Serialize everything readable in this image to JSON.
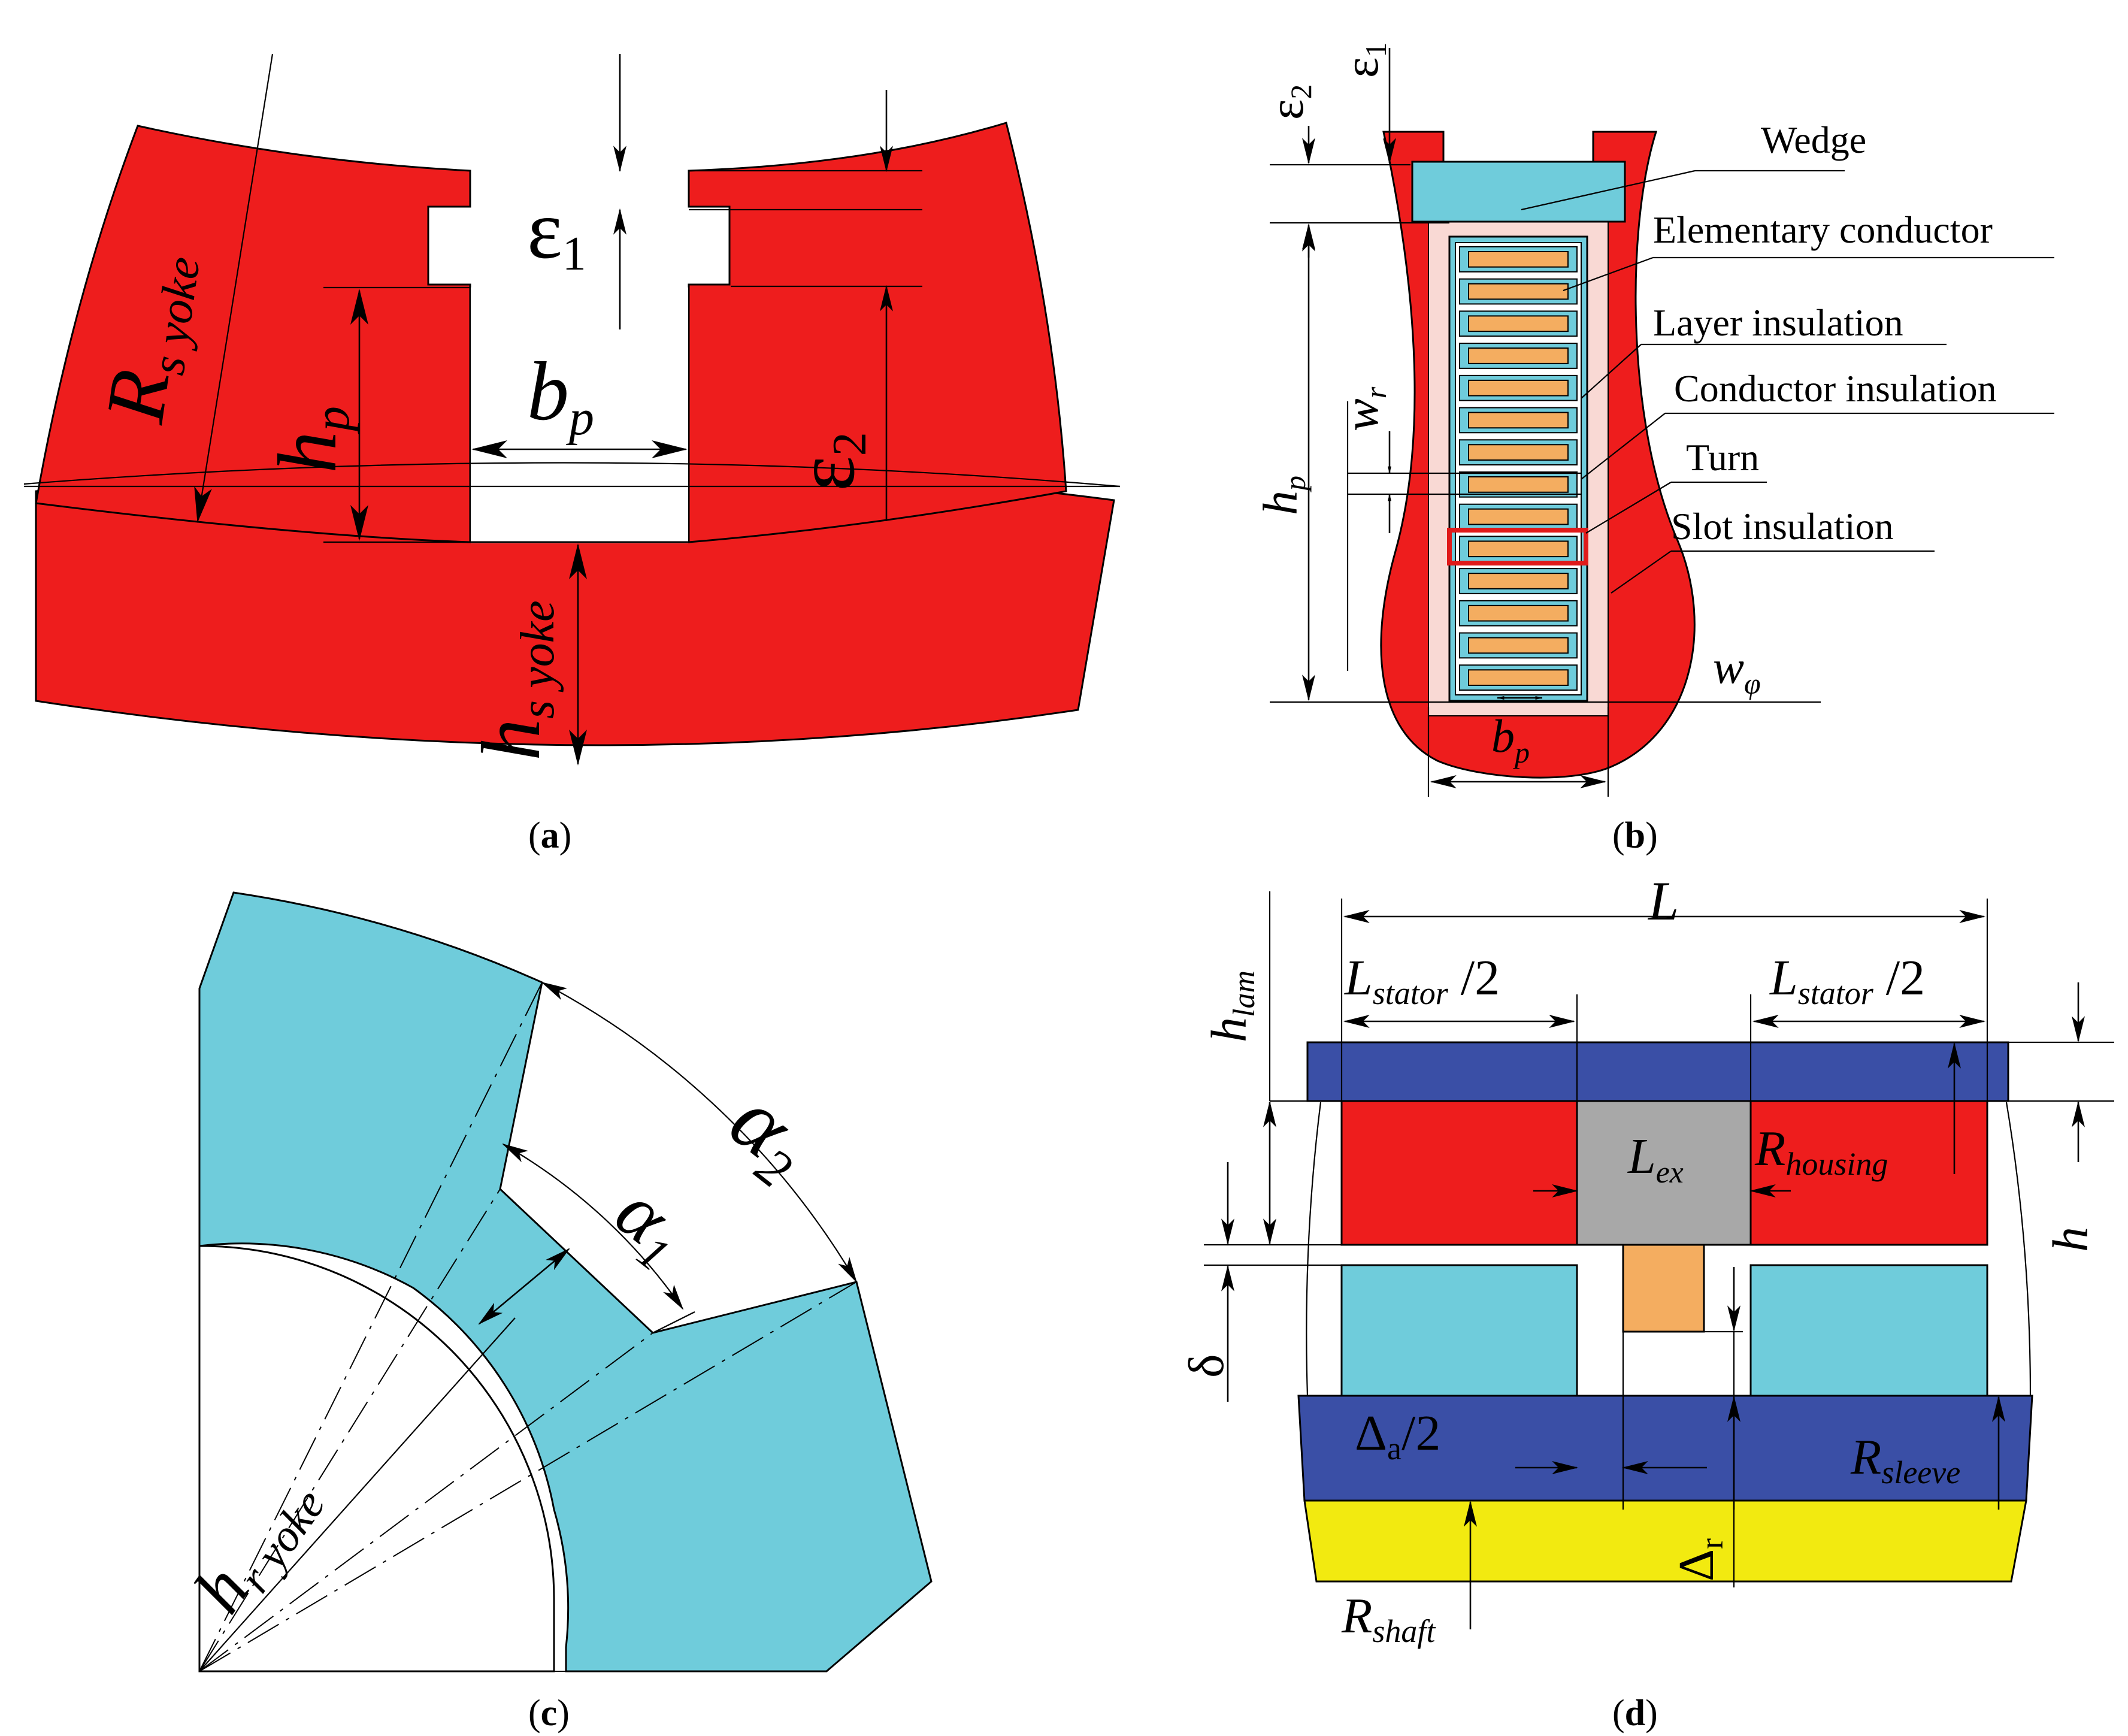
{
  "colors": {
    "stator_red": "#ee1d1d",
    "rotor_cyan": "#6fccdb",
    "housing_blue": "#3a4fa6",
    "shaft_yellow": "#f2ea10",
    "excitation_gray": "#a8a8a8",
    "winding_orange": "#f4ad60",
    "slot_pink": "#f9d9d4",
    "highlight_red": "#e01a1a"
  },
  "panel_a": {
    "caption_open": "(",
    "caption_letter": "a",
    "caption_close": ")",
    "label_epsilon1": "ε",
    "label_epsilon1_sub": "1",
    "label_epsilon2": "ε",
    "label_epsilon2_sub": "2",
    "label_hp": "h",
    "label_hp_sub": "p",
    "label_bp": "b",
    "label_bp_sub": "p",
    "label_rsyoke": "R",
    "label_rsyoke_sub": "s yoke",
    "label_hsyoke": "h",
    "label_hsyoke_sub": "s yoke"
  },
  "panel_b": {
    "caption_open": "(",
    "caption_letter": "b",
    "caption_close": ")",
    "label_epsilon2": "ε",
    "label_epsilon2_sub": "2",
    "label_epsilon1": "ε",
    "label_epsilon1_sub": "1",
    "label_hp": "h",
    "label_hp_sub": "p",
    "label_wr": "w",
    "label_wr_sub": "r",
    "label_wphi": "w",
    "label_wphi_sub": "φ",
    "label_bp": "b",
    "label_bp_sub": "p",
    "callouts": [
      "Wedge",
      "Elementary conductor",
      "Layer insulation",
      "Conductor insulation",
      "Turn",
      "Slot insulation"
    ],
    "conductor_count": 14
  },
  "panel_c": {
    "caption_open": "(",
    "caption_letter": "c",
    "caption_close": ")",
    "label_alpha2": "α",
    "label_alpha2_sub": "2",
    "label_alpha1": "α",
    "label_alpha1_sub": "1",
    "label_hryoke": "h",
    "label_hryoke_sub": "r yoke"
  },
  "panel_d": {
    "caption_open": "(",
    "caption_letter": "d",
    "caption_close": ")",
    "label_L": "L",
    "label_lstator_left": "L",
    "label_lstator_left_sub": "stator",
    "label_lstator_left_suffix": " /2",
    "label_lstator_right": "L",
    "label_lstator_right_sub": "stator",
    "label_lstator_right_suffix": " /2",
    "label_hlam": "h",
    "label_hlam_sub": "lam",
    "label_lex": "L",
    "label_lex_sub": "ex",
    "label_rhousing": "R",
    "label_rhousing_sub": "housing",
    "label_h": "h",
    "label_delta": "δ",
    "label_delta_a": "Δ",
    "label_delta_a_sub": "a",
    "label_delta_a_suffix": "/2",
    "label_rsleeve": "R",
    "label_rsleeve_sub": "sleeve",
    "label_delta_r": "Δ",
    "label_delta_r_sub": "r",
    "label_rshaft": "R",
    "label_rshaft_sub": "shaft"
  }
}
